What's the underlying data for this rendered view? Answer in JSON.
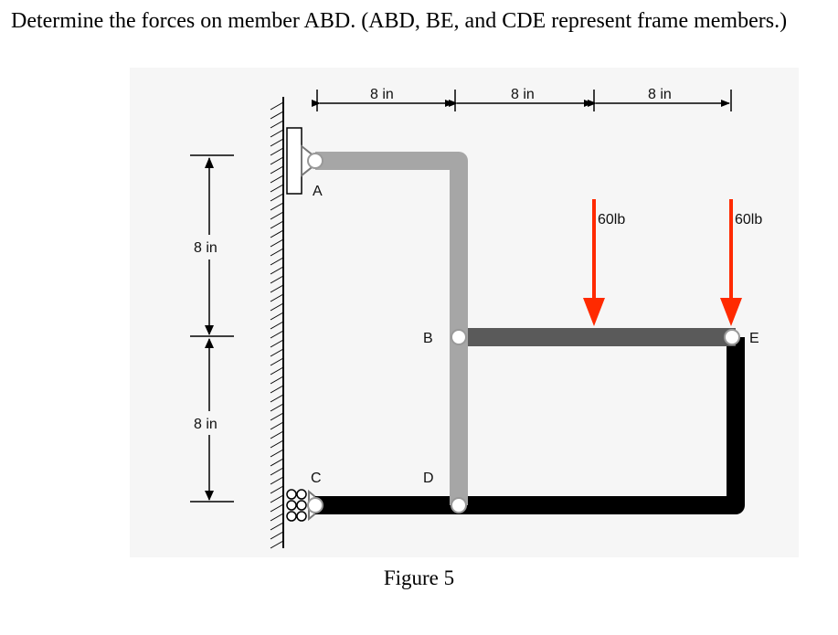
{
  "question": "Determine the forces on member ABD. (ABD, BE, and CDE represent frame members.)",
  "figure": {
    "caption": "Figure 5",
    "dimensions": {
      "top": [
        "8 in",
        "8 in",
        "8 in"
      ],
      "left": [
        "8 in",
        "8 in"
      ]
    },
    "points": {
      "A": "A",
      "B": "B",
      "C": "C",
      "D": "D",
      "E": "E"
    },
    "loads": [
      {
        "label": "60lb",
        "at": "mid BE"
      },
      {
        "label": "60lb",
        "at": "E"
      }
    ],
    "colors": {
      "member_ABD": "#a6a6a6",
      "member_BE": "#5a5a5a",
      "member_CDE": "#000000",
      "load_arrow": "#ff2a00"
    }
  }
}
